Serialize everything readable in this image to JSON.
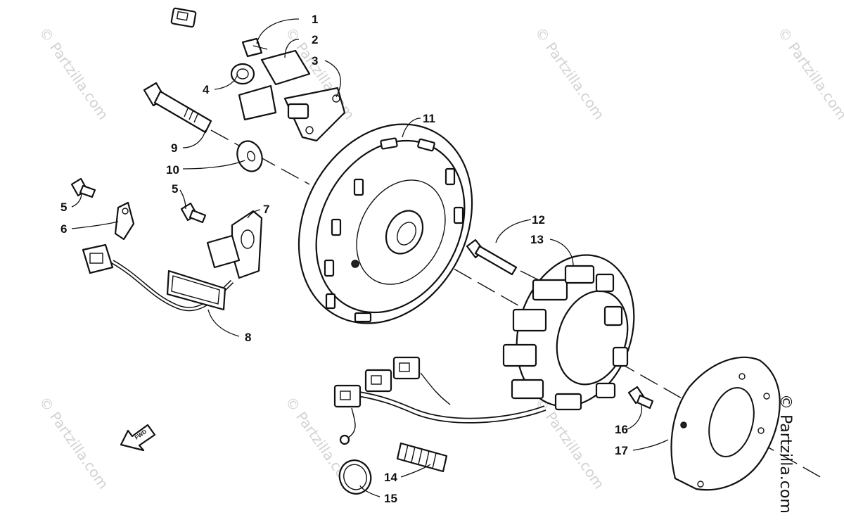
{
  "watermark": "© Partzilla.com",
  "copyright": "© Partzilla.com",
  "direction_label": "FWD",
  "callouts": [
    "1",
    "2",
    "3",
    "4",
    "5",
    "6",
    "7",
    "8",
    "9",
    "10",
    "11",
    "12",
    "13",
    "14",
    "15",
    "16",
    "17"
  ],
  "callout_5_repeat": "5"
}
